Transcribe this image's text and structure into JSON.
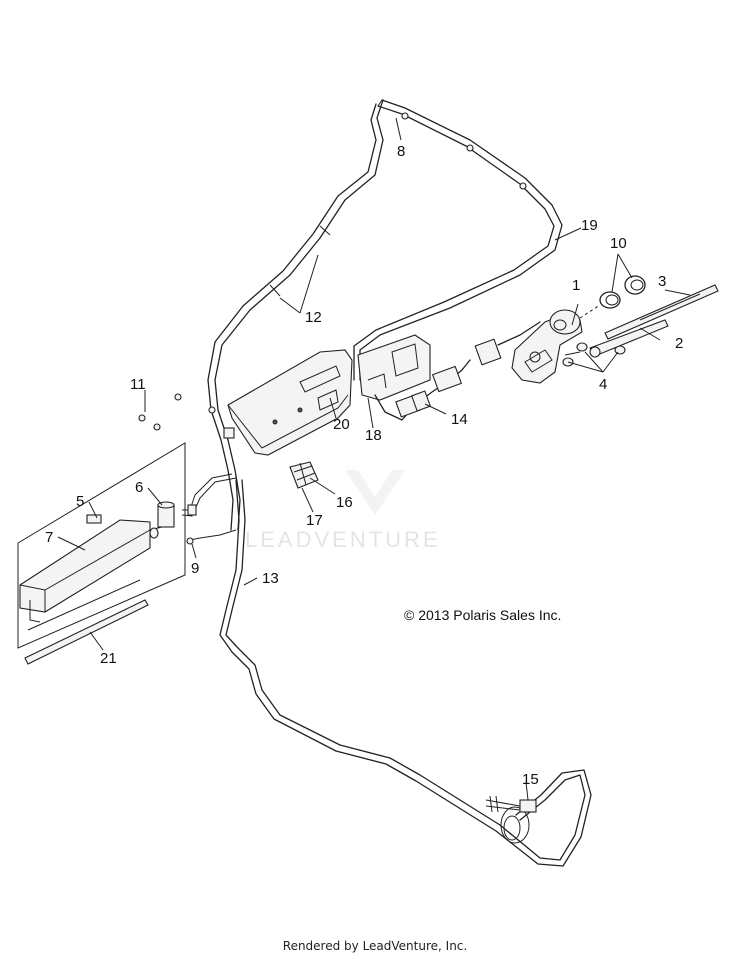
{
  "callouts": {
    "c1": "1",
    "c2": "2",
    "c3": "3",
    "c4": "4",
    "c5": "5",
    "c6": "6",
    "c7": "7",
    "c8": "8",
    "c9": "9",
    "c10": "10",
    "c11": "11",
    "c12": "12",
    "c13": "13",
    "c14": "14",
    "c15": "15",
    "c16": "16",
    "c17": "17",
    "c18": "18",
    "c19": "19",
    "c20": "20",
    "c21": "21"
  },
  "copyright": "© 2013 Polaris Sales Inc.",
  "watermark": "LEADVENTURE",
  "footer": "Rendered by LeadVenture, Inc."
}
